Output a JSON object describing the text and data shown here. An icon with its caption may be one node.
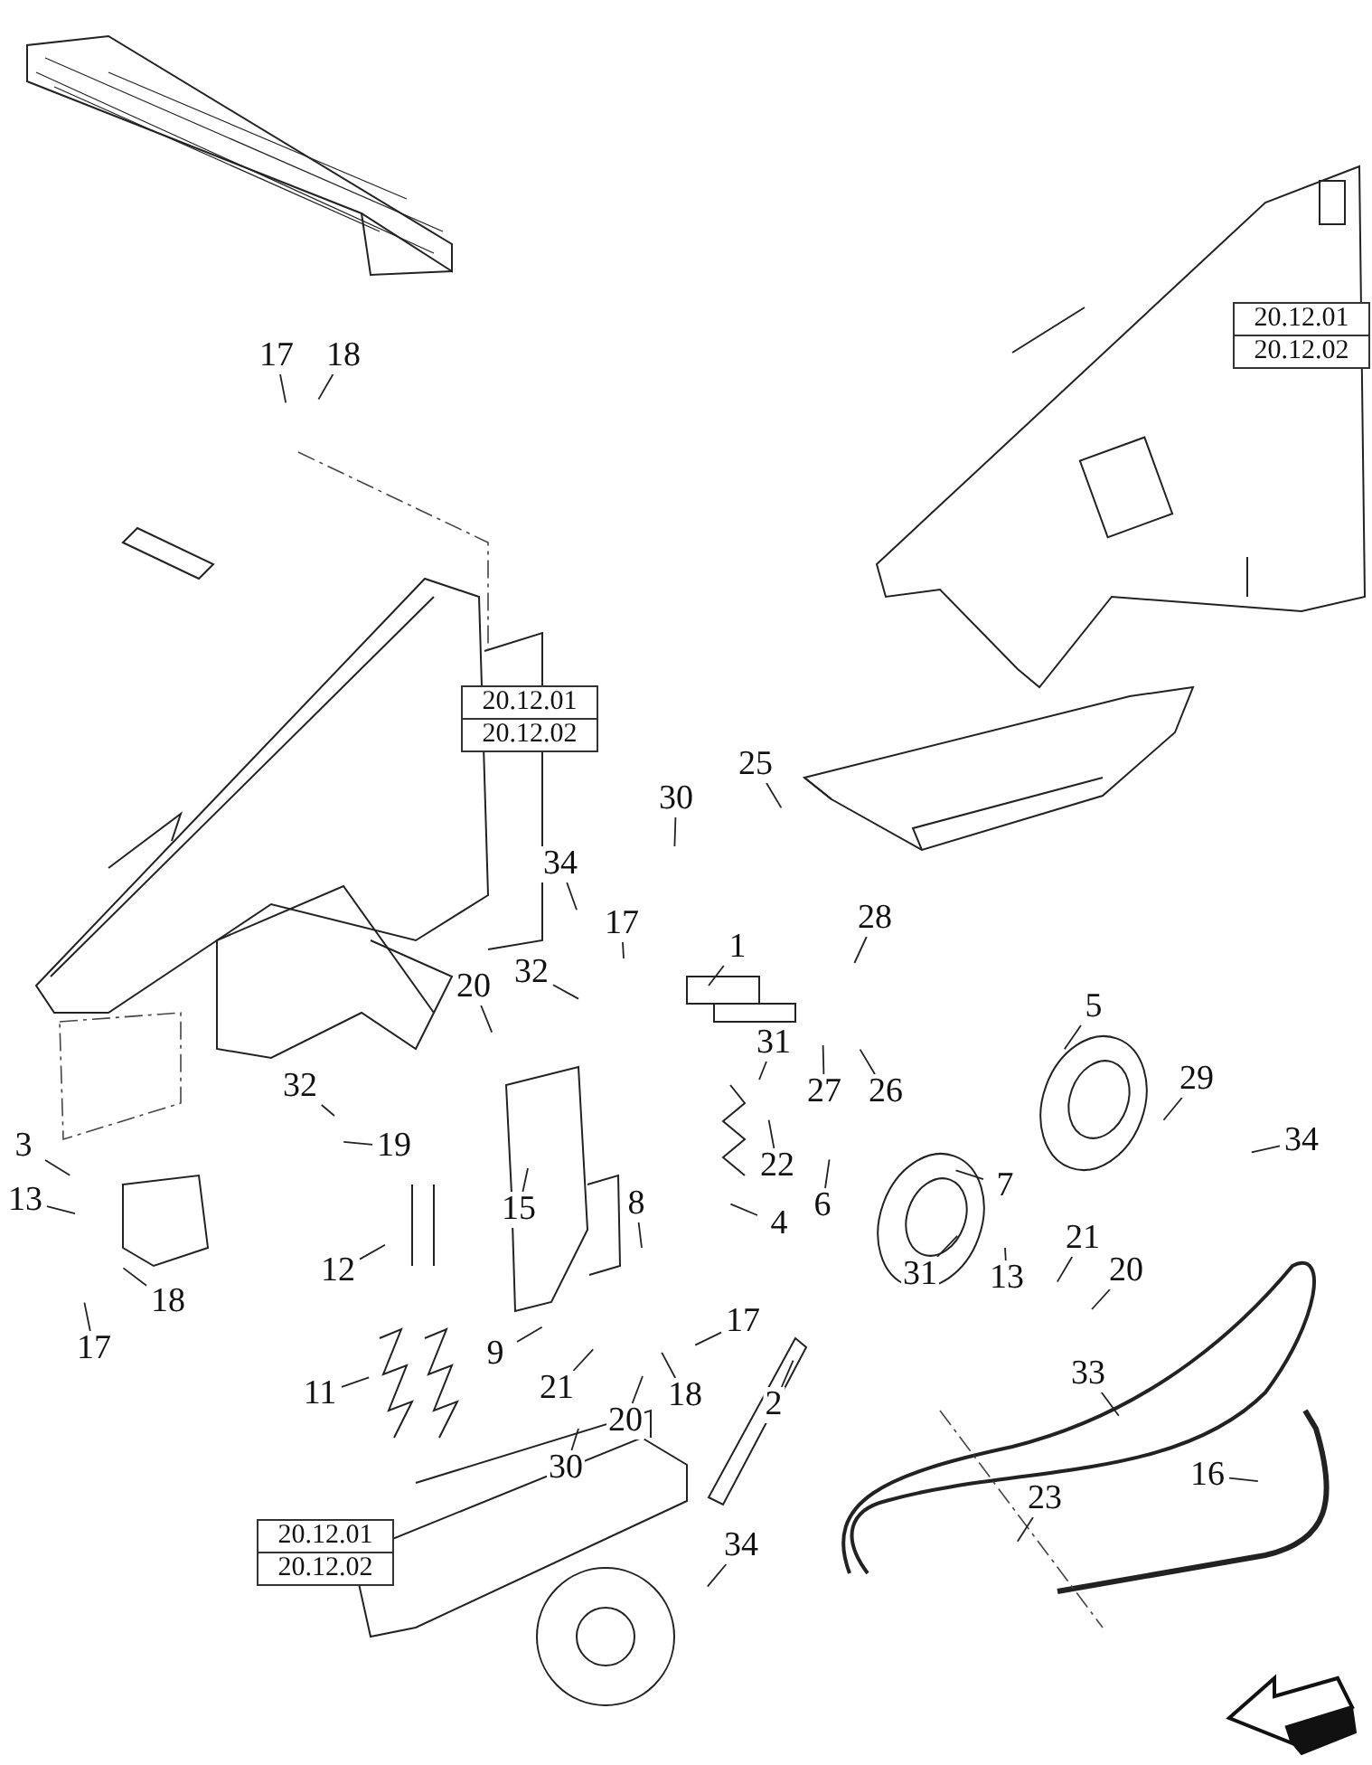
{
  "diagram": {
    "nodes": [
      {
        "text": [
          "20.12.01",
          "20.12.02"
        ]
      },
      {
        "text": [
          "17"
        ]
      },
      {
        "text": [
          "18"
        ]
      },
      {
        "text": [
          "20.12.01",
          "20.12.02"
        ]
      },
      {
        "text": [
          "25"
        ]
      },
      {
        "text": [
          "30"
        ]
      },
      {
        "text": [
          "34"
        ]
      },
      {
        "text": [
          "17"
        ]
      },
      {
        "text": [
          "28"
        ]
      },
      {
        "text": [
          "1"
        ]
      },
      {
        "text": [
          "32"
        ]
      },
      {
        "text": [
          "20"
        ]
      },
      {
        "text": [
          "31"
        ]
      },
      {
        "text": [
          "27"
        ]
      },
      {
        "text": [
          "26"
        ]
      },
      {
        "text": [
          "5"
        ]
      },
      {
        "text": [
          "29"
        ]
      },
      {
        "text": [
          "34"
        ]
      },
      {
        "text": [
          "32"
        ]
      },
      {
        "text": [
          "19"
        ]
      },
      {
        "text": [
          "3"
        ]
      },
      {
        "text": [
          "22"
        ]
      },
      {
        "text": [
          "13"
        ]
      },
      {
        "text": [
          "6"
        ]
      },
      {
        "text": [
          "7"
        ]
      },
      {
        "text": [
          "4"
        ]
      },
      {
        "text": [
          "15"
        ]
      },
      {
        "text": [
          "8"
        ]
      },
      {
        "text": [
          "21"
        ]
      },
      {
        "text": [
          "12"
        ]
      },
      {
        "text": [
          "31"
        ]
      },
      {
        "text": [
          "13"
        ]
      },
      {
        "text": [
          "20"
        ]
      },
      {
        "text": [
          "18"
        ]
      },
      {
        "text": [
          "17"
        ]
      },
      {
        "text": [
          "9"
        ]
      },
      {
        "text": [
          "17"
        ]
      },
      {
        "text": [
          "2"
        ]
      },
      {
        "text": [
          "11"
        ]
      },
      {
        "text": [
          "33"
        ]
      },
      {
        "text": [
          "21"
        ]
      },
      {
        "text": [
          "18"
        ]
      },
      {
        "text": [
          "20"
        ]
      },
      {
        "text": [
          "30"
        ]
      },
      {
        "text": [
          "16"
        ]
      },
      {
        "text": [
          "23"
        ]
      },
      {
        "text": [
          "34"
        ]
      },
      {
        "text": [
          "20.12.01",
          "20.12.02"
        ]
      }
    ],
    "edges": [
      {
        "from": 1,
        "to": null,
        "arrow": "none"
      },
      {
        "from": 2,
        "to": null,
        "arrow": "none"
      },
      {
        "from": 4,
        "to": null,
        "arrow": "none"
      },
      {
        "from": 5,
        "to": null,
        "arrow": "none"
      },
      {
        "from": 6,
        "to": null,
        "arrow": "none"
      },
      {
        "from": 7,
        "to": null,
        "arrow": "none"
      },
      {
        "from": 8,
        "to": null,
        "arrow": "none"
      },
      {
        "from": 9,
        "to": null,
        "arrow": "none"
      },
      {
        "from": 10,
        "to": null,
        "arrow": "none"
      },
      {
        "from": 11,
        "to": null,
        "arrow": "none"
      },
      {
        "from": 12,
        "to": null,
        "arrow": "none"
      },
      {
        "from": 13,
        "to": null,
        "arrow": "none"
      },
      {
        "from": 14,
        "to": null,
        "arrow": "none"
      },
      {
        "from": 15,
        "to": null,
        "arrow": "none"
      },
      {
        "from": 16,
        "to": null,
        "arrow": "none"
      },
      {
        "from": 17,
        "to": null,
        "arrow": "none"
      },
      {
        "from": 18,
        "to": null,
        "arrow": "none"
      },
      {
        "from": 19,
        "to": null,
        "arrow": "none"
      },
      {
        "from": 20,
        "to": null,
        "arrow": "none"
      },
      {
        "from": 21,
        "to": null,
        "arrow": "none"
      },
      {
        "from": 22,
        "to": null,
        "arrow": "none"
      },
      {
        "from": 23,
        "to": null,
        "arrow": "none"
      },
      {
        "from": 24,
        "to": null,
        "arrow": "none"
      },
      {
        "from": 25,
        "to": null,
        "arrow": "none"
      },
      {
        "from": 26,
        "to": null,
        "arrow": "none"
      },
      {
        "from": 27,
        "to": null,
        "arrow": "none"
      },
      {
        "from": 28,
        "to": null,
        "arrow": "none"
      },
      {
        "from": 29,
        "to": null,
        "arrow": "none"
      },
      {
        "from": 30,
        "to": null,
        "arrow": "none"
      },
      {
        "from": 31,
        "to": null,
        "arrow": "none"
      },
      {
        "from": 32,
        "to": null,
        "arrow": "none"
      },
      {
        "from": 33,
        "to": null,
        "arrow": "none"
      },
      {
        "from": 34,
        "to": null,
        "arrow": "none"
      },
      {
        "from": 35,
        "to": null,
        "arrow": "none"
      },
      {
        "from": 36,
        "to": null,
        "arrow": "none"
      },
      {
        "from": 37,
        "to": null,
        "arrow": "none"
      },
      {
        "from": 38,
        "to": null,
        "arrow": "none"
      },
      {
        "from": 39,
        "to": null,
        "arrow": "none"
      },
      {
        "from": 40,
        "to": null,
        "arrow": "none"
      },
      {
        "from": 41,
        "to": null,
        "arrow": "none"
      },
      {
        "from": 42,
        "to": null,
        "arrow": "none"
      },
      {
        "from": 43,
        "to": null,
        "arrow": "none"
      },
      {
        "from": 44,
        "to": null,
        "arrow": "none"
      },
      {
        "from": 45,
        "to": null,
        "arrow": "none"
      },
      {
        "from": 46,
        "to": null,
        "arrow": "none"
      }
    ]
  }
}
